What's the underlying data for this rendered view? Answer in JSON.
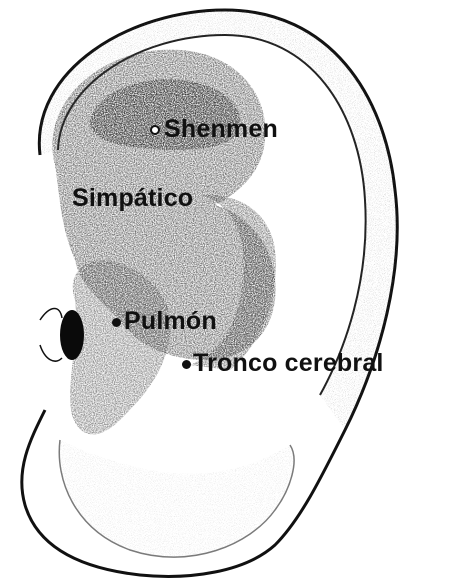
{
  "points": [
    {
      "id": "shenmen",
      "label": "Shenmen",
      "marker": "open"
    },
    {
      "id": "simpatico",
      "label": "Simpático",
      "marker": "none"
    },
    {
      "id": "pulmon",
      "label": "Pulmón",
      "marker": "filled"
    },
    {
      "id": "tronco",
      "label": "Tronco cerebral",
      "marker": "filled"
    }
  ],
  "colors": {
    "ink": "#111111",
    "paper": "#ffffff",
    "stipple": "#555555"
  }
}
